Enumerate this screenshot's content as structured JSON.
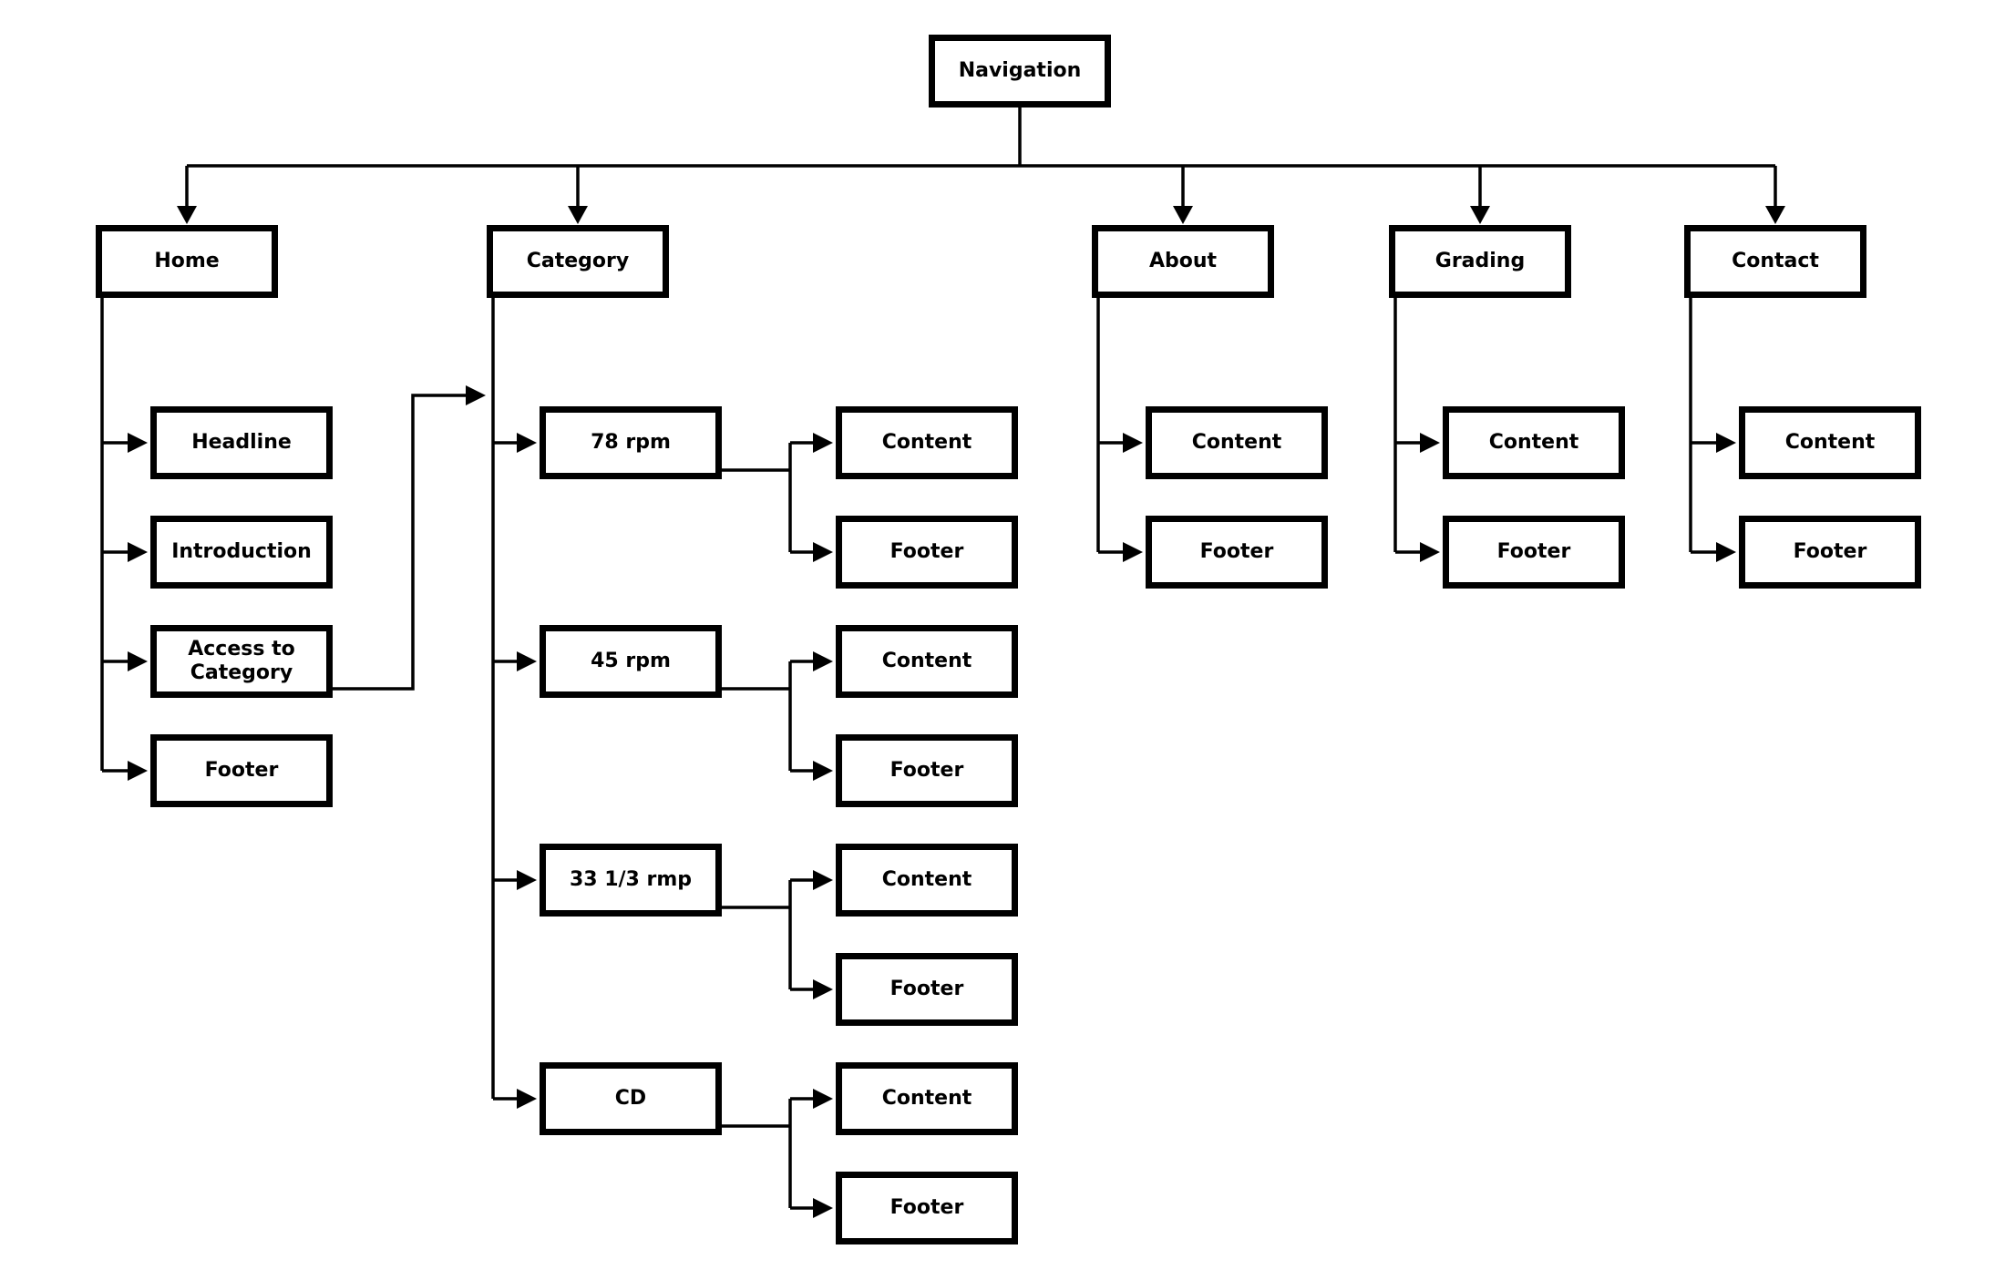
{
  "diagram": {
    "nodes": [
      {
        "id": "navigation",
        "label": "Navigation"
      },
      {
        "id": "home",
        "label": "Home"
      },
      {
        "id": "category",
        "label": "Category"
      },
      {
        "id": "about",
        "label": "About"
      },
      {
        "id": "grading",
        "label": "Grading"
      },
      {
        "id": "contact",
        "label": "Contact"
      },
      {
        "id": "home-headline",
        "label": "Headline"
      },
      {
        "id": "home-introduction",
        "label": "Introduction"
      },
      {
        "id": "home-access",
        "label": "Access to Category"
      },
      {
        "id": "home-footer",
        "label": "Footer"
      },
      {
        "id": "cat-78",
        "label": "78 rpm"
      },
      {
        "id": "cat-45",
        "label": "45 rpm"
      },
      {
        "id": "cat-33",
        "label": "33 1/3 rmp"
      },
      {
        "id": "cat-cd",
        "label": "CD"
      },
      {
        "id": "cat-78-content",
        "label": "Content"
      },
      {
        "id": "cat-78-footer",
        "label": "Footer"
      },
      {
        "id": "cat-45-content",
        "label": "Content"
      },
      {
        "id": "cat-45-footer",
        "label": "Footer"
      },
      {
        "id": "cat-33-content",
        "label": "Content"
      },
      {
        "id": "cat-33-footer",
        "label": "Footer"
      },
      {
        "id": "cat-cd-content",
        "label": "Content"
      },
      {
        "id": "cat-cd-footer",
        "label": "Footer"
      },
      {
        "id": "about-content",
        "label": "Content"
      },
      {
        "id": "about-footer",
        "label": "Footer"
      },
      {
        "id": "grading-content",
        "label": "Content"
      },
      {
        "id": "grading-footer",
        "label": "Footer"
      },
      {
        "id": "contact-content",
        "label": "Content"
      },
      {
        "id": "contact-footer",
        "label": "Footer"
      }
    ],
    "edges": [
      [
        "navigation",
        "home"
      ],
      [
        "navigation",
        "category"
      ],
      [
        "navigation",
        "about"
      ],
      [
        "navigation",
        "grading"
      ],
      [
        "navigation",
        "contact"
      ],
      [
        "home",
        "home-headline"
      ],
      [
        "home",
        "home-introduction"
      ],
      [
        "home",
        "home-access"
      ],
      [
        "home",
        "home-footer"
      ],
      [
        "home-access",
        "category"
      ],
      [
        "category",
        "cat-78"
      ],
      [
        "category",
        "cat-45"
      ],
      [
        "category",
        "cat-33"
      ],
      [
        "category",
        "cat-cd"
      ],
      [
        "cat-78",
        "cat-78-content"
      ],
      [
        "cat-78",
        "cat-78-footer"
      ],
      [
        "cat-45",
        "cat-45-content"
      ],
      [
        "cat-45",
        "cat-45-footer"
      ],
      [
        "cat-33",
        "cat-33-content"
      ],
      [
        "cat-33",
        "cat-33-footer"
      ],
      [
        "cat-cd",
        "cat-cd-content"
      ],
      [
        "cat-cd",
        "cat-cd-footer"
      ],
      [
        "about",
        "about-content"
      ],
      [
        "about",
        "about-footer"
      ],
      [
        "grading",
        "grading-content"
      ],
      [
        "grading",
        "grading-footer"
      ],
      [
        "contact",
        "contact-content"
      ],
      [
        "contact",
        "contact-footer"
      ]
    ]
  }
}
